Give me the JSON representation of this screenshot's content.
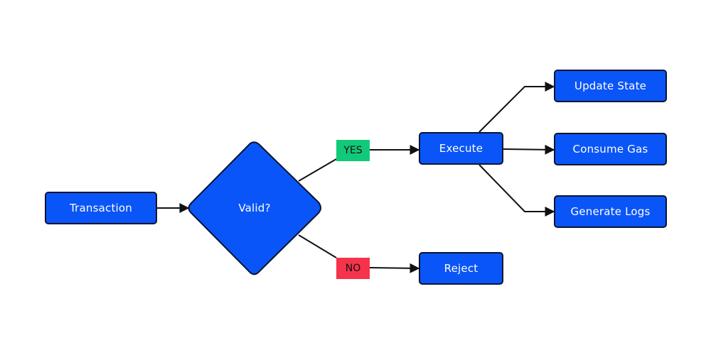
{
  "diagram": {
    "nodes": {
      "transaction": "Transaction",
      "valid": "Valid?",
      "execute": "Execute",
      "reject": "Reject",
      "update_state": "Update State",
      "consume_gas": "Consume Gas",
      "generate_logs": "Generate Logs"
    },
    "branches": {
      "yes": "YES",
      "no": "NO"
    }
  },
  "colors": {
    "node_fill": "#0a55f7",
    "node_border": "#0b1530",
    "node_text": "#ffffff",
    "yes_tag": "#12c97a",
    "no_tag": "#f5334b",
    "edge": "#111111"
  }
}
